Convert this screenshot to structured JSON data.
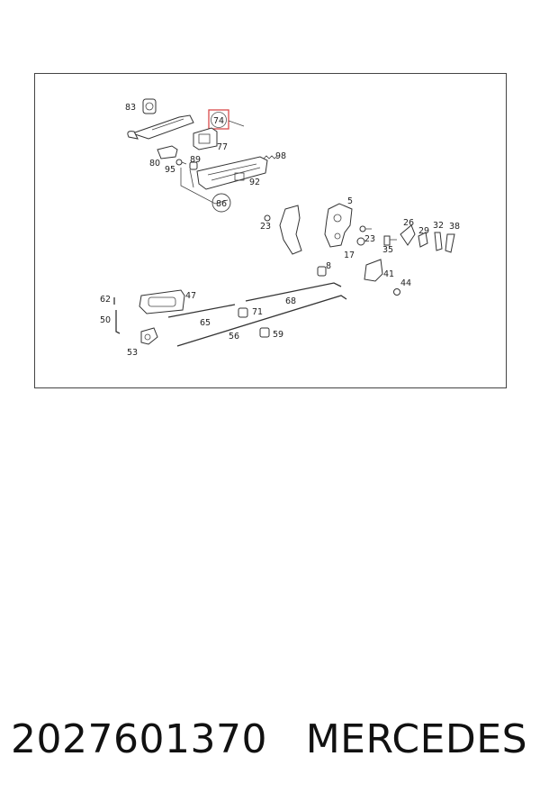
{
  "diagram": {
    "callouts": [
      "83",
      "74",
      "77",
      "80",
      "89",
      "95",
      "98",
      "92",
      "86",
      "5",
      "23",
      "23",
      "26",
      "32",
      "38",
      "29",
      "17",
      "35",
      "8",
      "41",
      "44",
      "62",
      "47",
      "68",
      "50",
      "65",
      "71",
      "56",
      "59",
      "53"
    ],
    "highlight_color": "#d94a4a"
  },
  "footer": {
    "part_number": "2027601370",
    "brand": "MERCEDES"
  }
}
